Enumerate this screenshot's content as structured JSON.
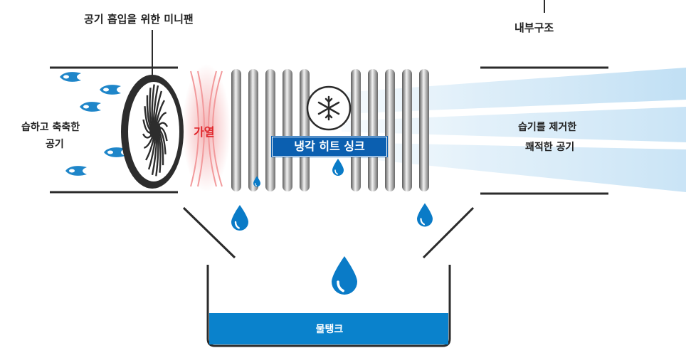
{
  "labels": {
    "fan": "공기 흡입을 위한 미니팬",
    "internal": "내부구조",
    "humid_air_line1": "습하고 축축한",
    "humid_air_line2": "공기",
    "heat": "가열",
    "heat_sink": "냉각 히트 싱크",
    "dry_air_line1": "습기를 제거한",
    "dry_air_line2": "쾌적한 공기",
    "water_tank": "물탱크"
  },
  "colors": {
    "pipe": "#2b2b2b",
    "heat": "#e0262b",
    "water": "#0a7bc7",
    "sink_label_bg": "#0b5fb0",
    "tank_water": "#0a82cc",
    "fin_dark": "#6e6e6e",
    "fin_light": "#e9e9e9"
  },
  "icons": {
    "fan": "fan-icon",
    "snowflake": "snowflake-icon",
    "droplet": "water-drop-icon"
  }
}
